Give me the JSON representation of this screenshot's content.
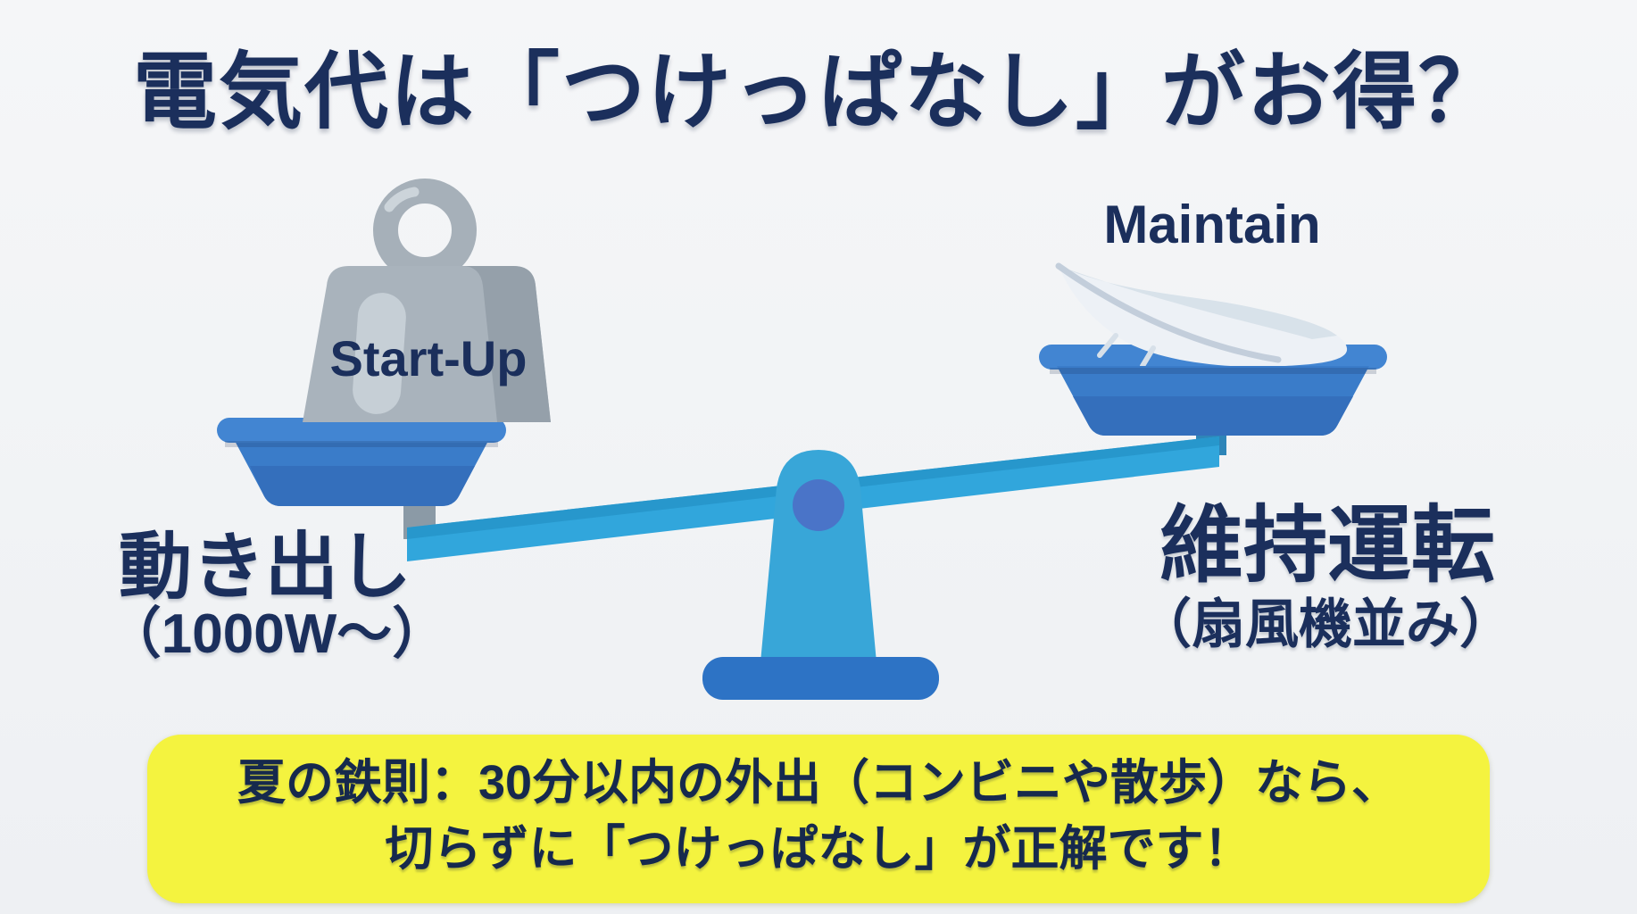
{
  "title": "電気代は「つけっぱなし」がお得？",
  "scale": {
    "type": "balance-comparison",
    "left": {
      "weight_label": "Start-Up",
      "caption_line1": "動き出し",
      "caption_line2": "（1000W〜）",
      "icon": "weight-icon",
      "state": "heavy-side-down"
    },
    "right": {
      "feather_label": "Maintain",
      "caption_line1": "維持運転",
      "caption_line2": "（扇風機並み）",
      "icon": "feather-icon",
      "state": "light-side-up"
    }
  },
  "banner": {
    "line1": "夏の鉄則：30分以内の外出（コンビニや散歩）なら、",
    "line2": "切らずに「つけっぱなし」が正解です！"
  },
  "colors": {
    "text_navy": "#1b2f5c",
    "banner_yellow": "#f4f33f",
    "beam_blue": "#31a6dc",
    "pan_blue": "#3a7cc9",
    "pan_rim_blue": "#4285d2",
    "base_blue": "#2d73c5",
    "pivot_blue": "#4a74c8",
    "weight_gray": "#a9b3bc",
    "weight_shade_gray": "#95a0aa",
    "feather_white": "#edf1f6",
    "background": "#f1f3f5"
  }
}
